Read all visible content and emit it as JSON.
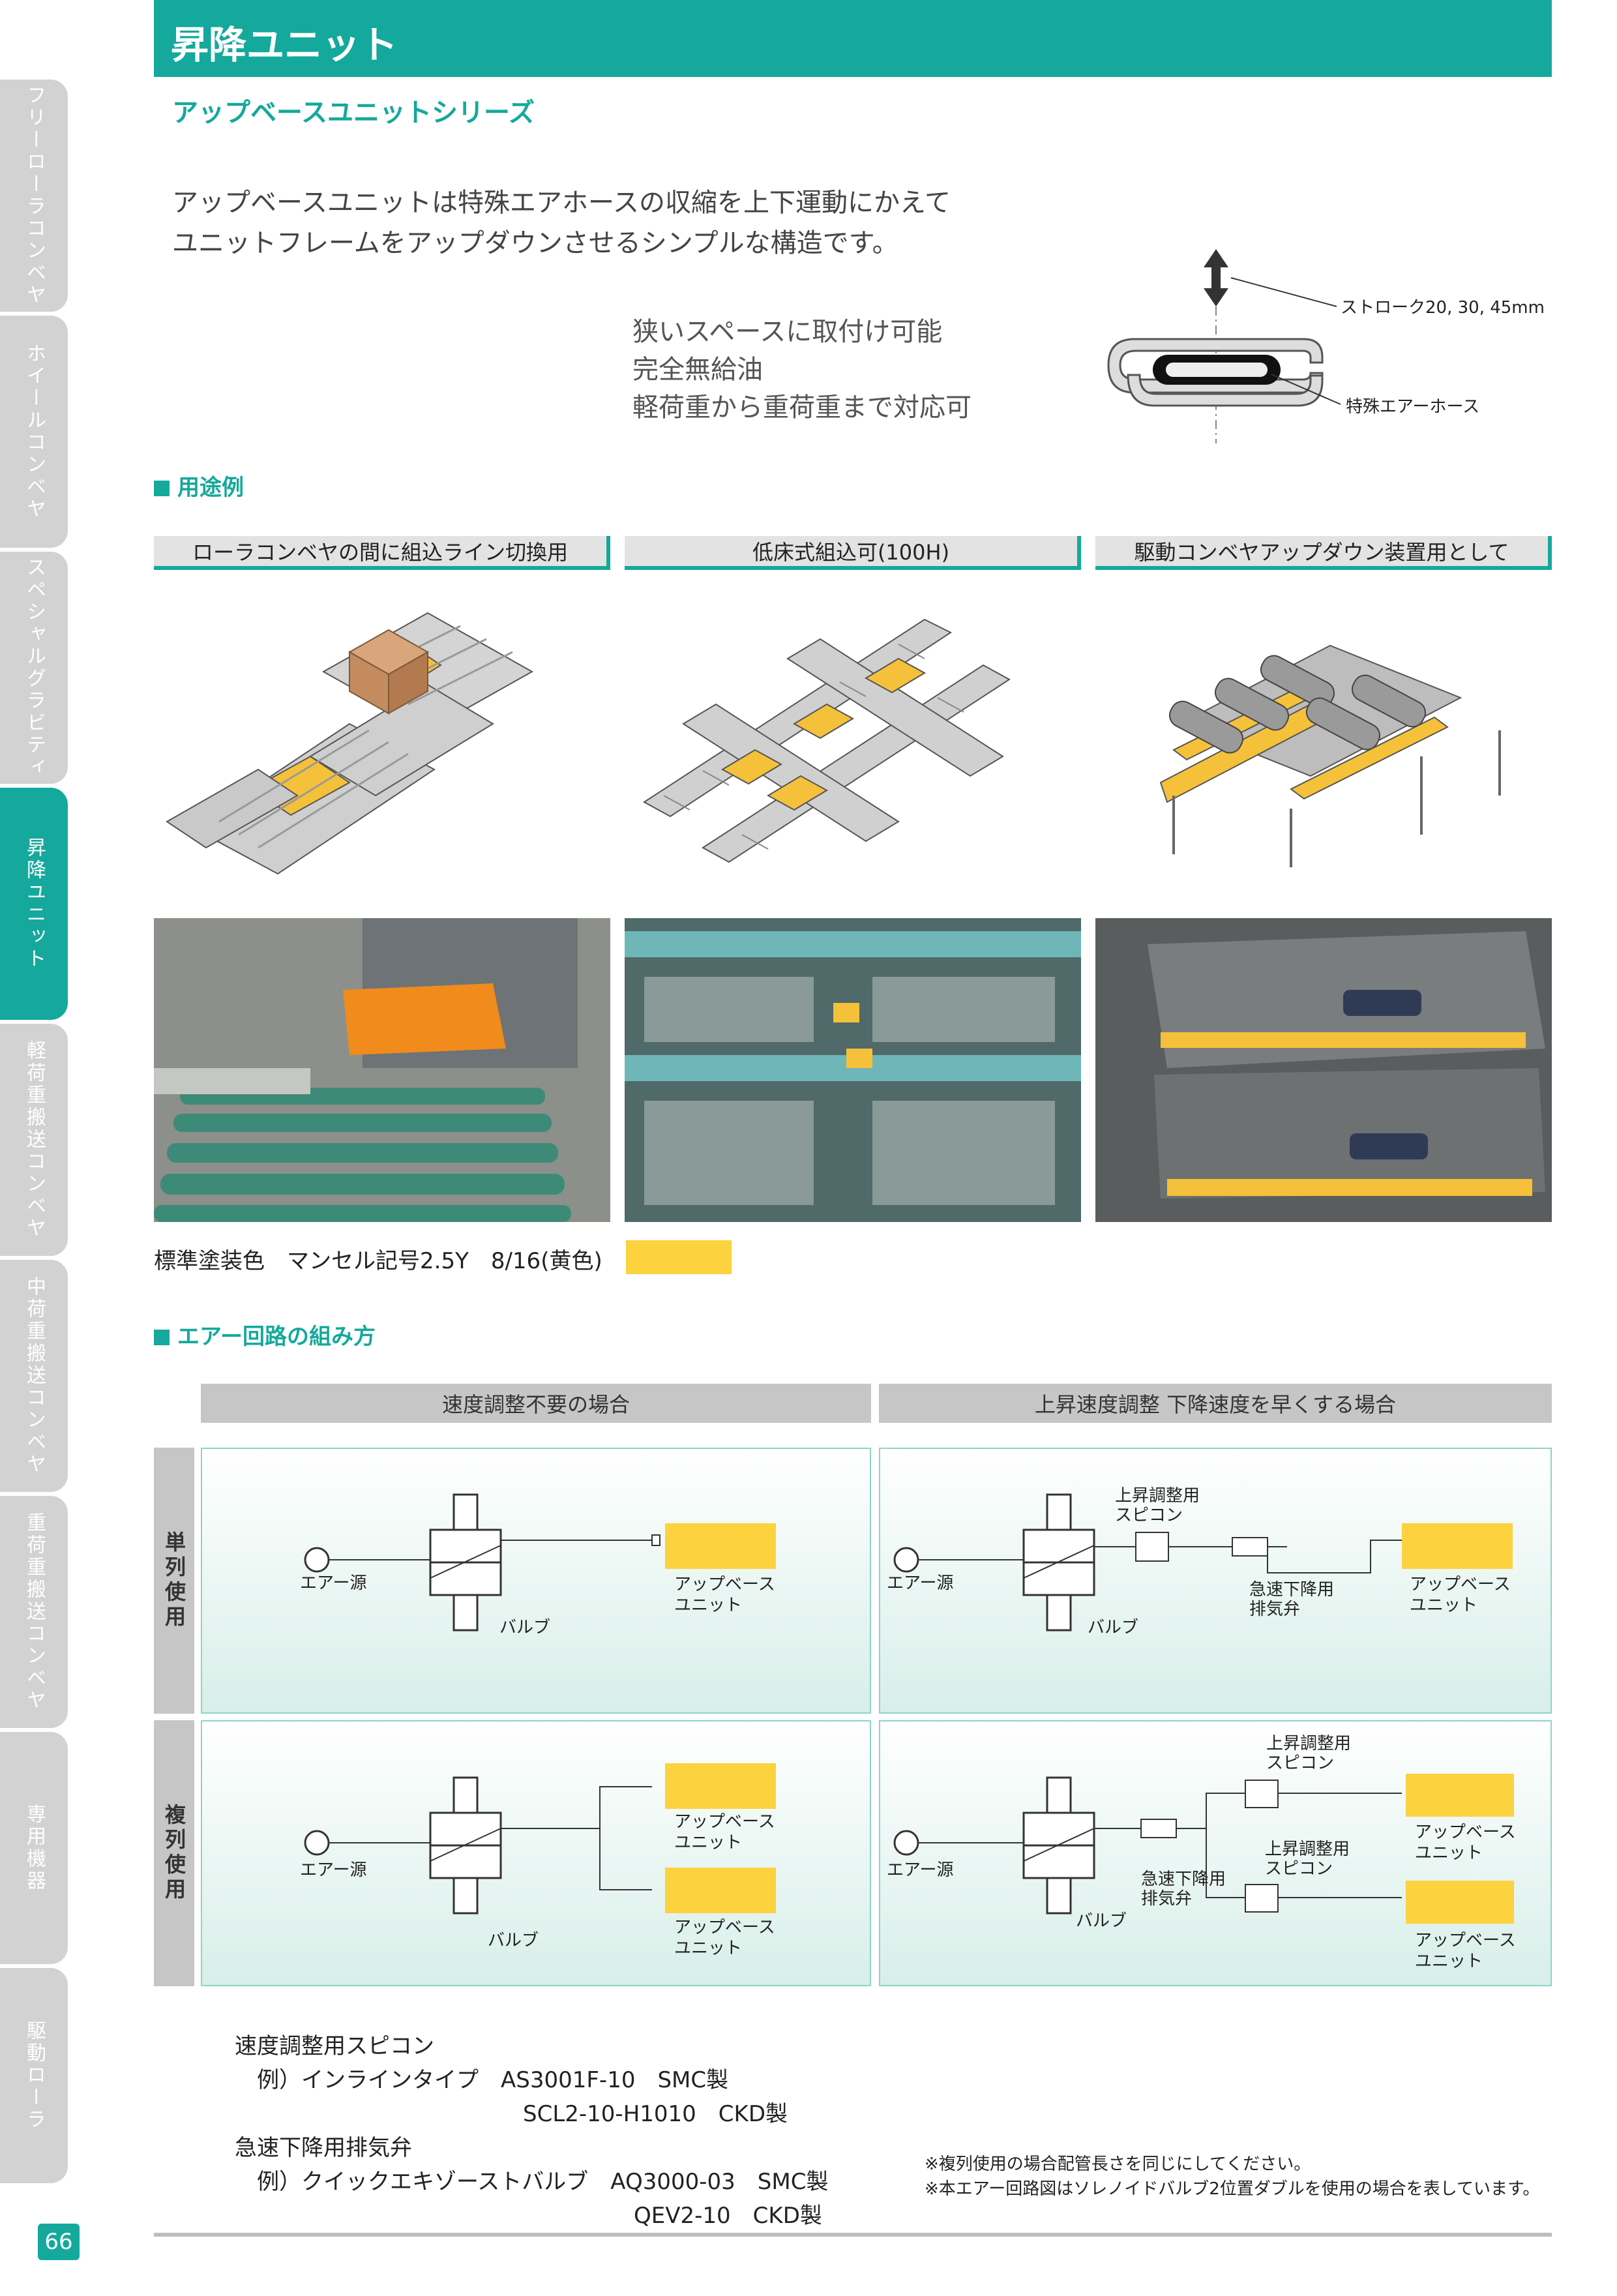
{
  "tabs": [
    {
      "label": "フリーローラコンベヤ",
      "active": false
    },
    {
      "label": "ホイールコンベヤ",
      "active": false
    },
    {
      "label": "スペシャルグラビティ",
      "active": false
    },
    {
      "label": "昇降ユニット",
      "active": true
    },
    {
      "label": "軽荷重搬送コンベヤ",
      "active": false
    },
    {
      "label": "中荷重搬送コンベヤ",
      "active": false
    },
    {
      "label": "重荷重搬送コンベヤ",
      "active": false
    },
    {
      "label": "専用機器",
      "active": false
    },
    {
      "label": "駆動ローラ",
      "active": false
    }
  ],
  "page_number": "66",
  "header": {
    "title": "昇降ユニット",
    "subtitle": "アップベースユニットシリーズ"
  },
  "intro": {
    "line1": "アップベースユニットは特殊エアホースの収縮を上下運動にかえて",
    "line2": "ユニットフレームをアップダウンさせるシンプルな構造です。"
  },
  "features": [
    "狭いスペースに取付け可能",
    "完全無給油",
    "軽荷重から重荷重まで対応可"
  ],
  "hose_diagram": {
    "stroke": "ストローク20, 30, 45mm",
    "hose": "特殊エアーホース"
  },
  "usage": {
    "heading": "用途例",
    "captions": [
      "ローラコンベヤの間に組込ライン切換用",
      "低床式組込可(100H)",
      "駆動コンベヤアップダウン装置用として"
    ]
  },
  "paint": {
    "label": "標準塗装色　マンセル記号2.5Y　8/16(黄色)",
    "color": "#fcd23e"
  },
  "air": {
    "heading": "エアー回路の組み方",
    "col1": "速度調整不要の場合",
    "col2": "上昇速度調整 下降速度を早くする場合",
    "row1": "単列使用",
    "row2": "複列使用",
    "air_source": "エアー源",
    "valve": "バルブ",
    "unit_l1": "アップベース",
    "unit_l2": "ユニット",
    "spicon_l1": "上昇調整用",
    "spicon_l2": "スピコン",
    "exhaust_l1": "急速下降用",
    "exhaust_l2": "排気弁"
  },
  "notes": {
    "n1": "速度調整用スピコン",
    "n2": "　例）インラインタイプ　AS3001F-10　SMC製",
    "n3": "　　　　　　　　　　　　　SCL2-10-H1010　CKD製",
    "n4": "急速下降用排気弁",
    "n5": "　例）クイックエキゾーストバルブ　AQ3000-03　SMC製",
    "n6": "　　　　　　　　　　　　　　　　　　QEV2-10　CKD製"
  },
  "footnotes": [
    "※複列使用の場合配管長さを同じにしてください。",
    "※本エアー回路図はソレノイドバルブ2位置ダブルを使用の場合を表しています。"
  ],
  "colors": {
    "accent": "#14a99c",
    "yellow": "#fcd23e",
    "gray": "#c6c6c6"
  }
}
